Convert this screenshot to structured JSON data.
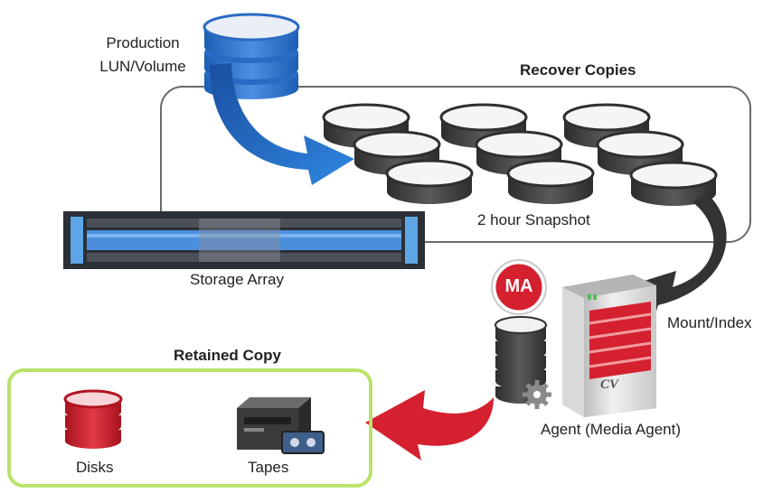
{
  "labels": {
    "production": [
      "Production",
      "LUN/Volume"
    ],
    "recover_copies": "Recover Copies",
    "snapshot": "2 hour Snapshot",
    "storage_array": "Storage Array",
    "mount_index": "Mount/Index",
    "agent": "Agent (Media Agent)",
    "retained_copy": "Retained Copy",
    "disks": "Disks",
    "tapes": "Tapes",
    "ma_badge": "MA",
    "cv_logo": "CV"
  },
  "icons": [
    "production-db-icon",
    "snapshot-disk-icon",
    "storage-array-icon",
    "media-agent-server-icon",
    "gear-icon",
    "disk-stack-icon",
    "tape-drive-icon"
  ],
  "colors": {
    "blue": "#1f6fd0",
    "dark_gray": "#3a3a3a",
    "red": "#d4202f",
    "green_border": "#b9e36b"
  }
}
